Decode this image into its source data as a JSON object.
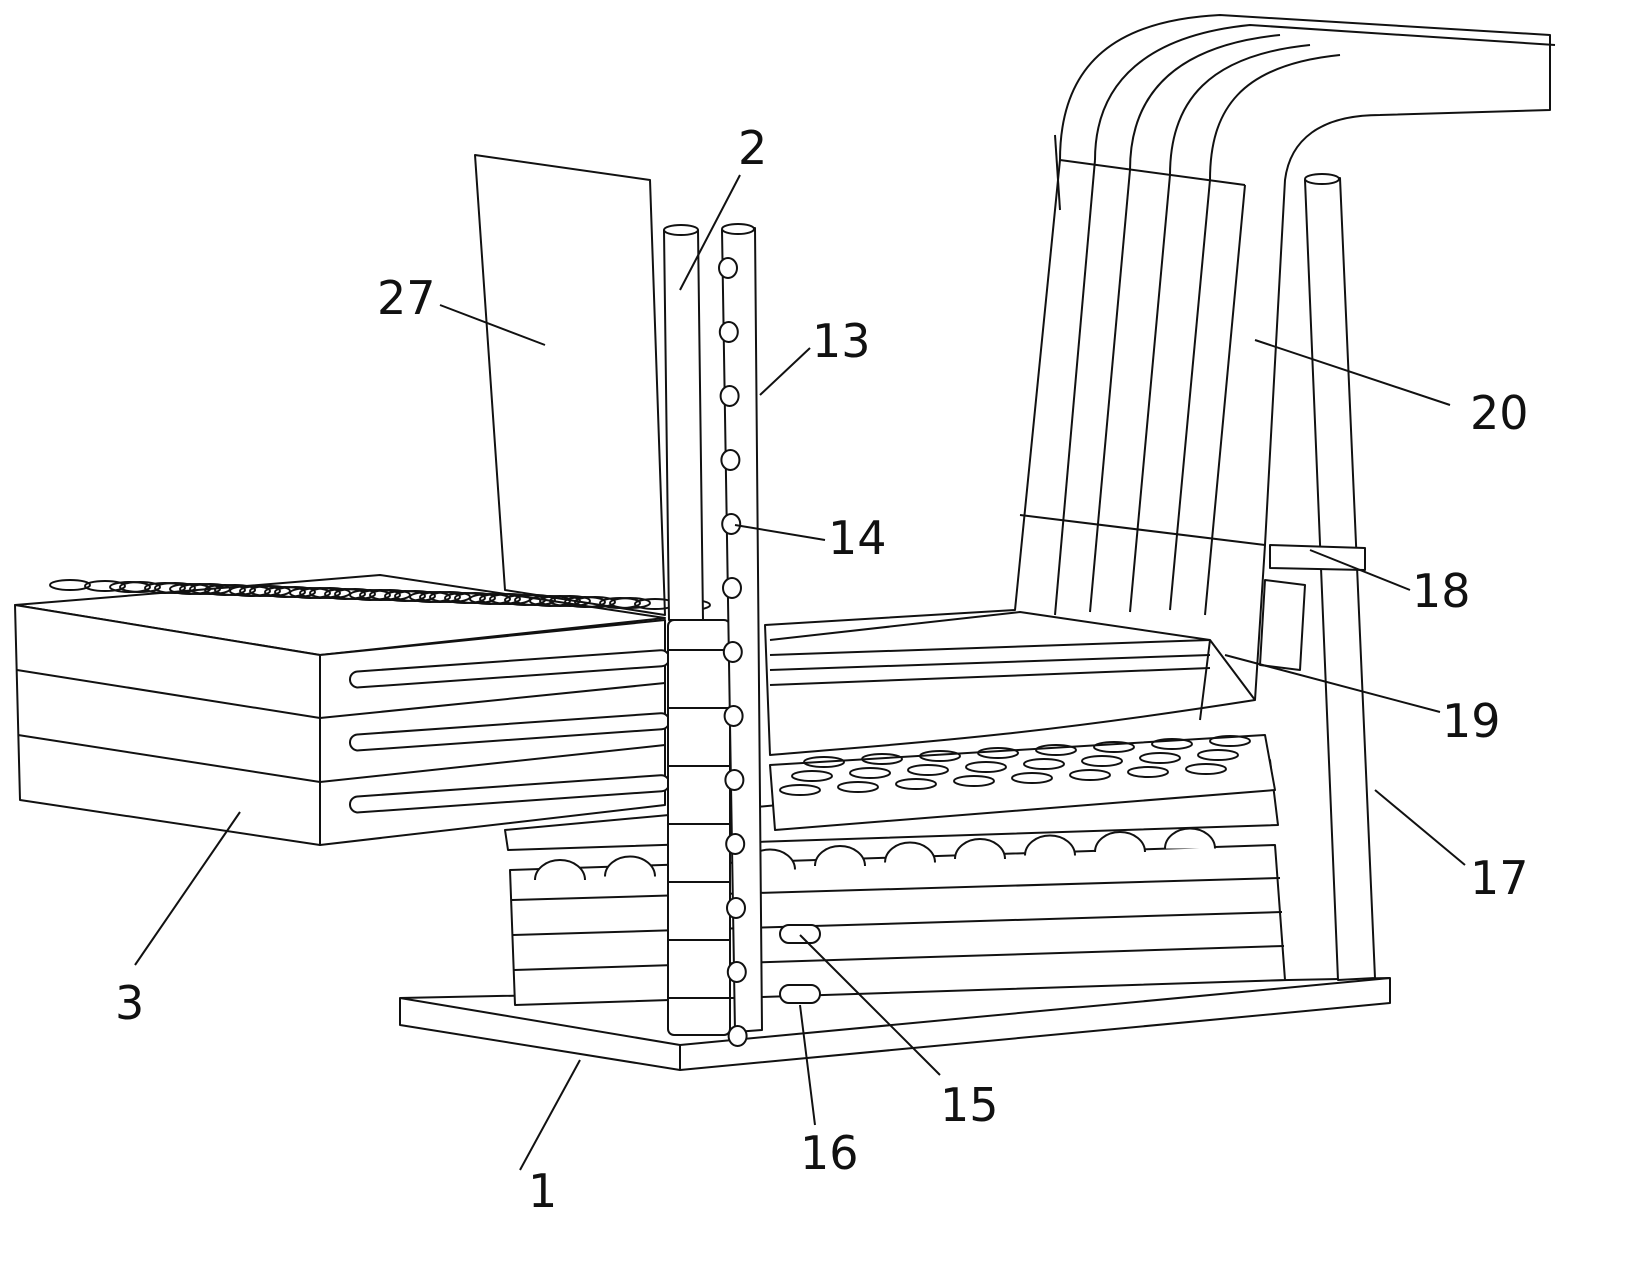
{
  "figure": {
    "labels": [
      {
        "id": "1",
        "text": "1"
      },
      {
        "id": "2",
        "text": "2"
      },
      {
        "id": "3",
        "text": "3"
      },
      {
        "id": "13",
        "text": "13"
      },
      {
        "id": "14",
        "text": "14"
      },
      {
        "id": "15",
        "text": "15"
      },
      {
        "id": "16",
        "text": "16"
      },
      {
        "id": "17",
        "text": "17"
      },
      {
        "id": "18",
        "text": "18"
      },
      {
        "id": "19",
        "text": "19"
      },
      {
        "id": "20",
        "text": "20"
      },
      {
        "id": "27",
        "text": "27"
      }
    ]
  }
}
